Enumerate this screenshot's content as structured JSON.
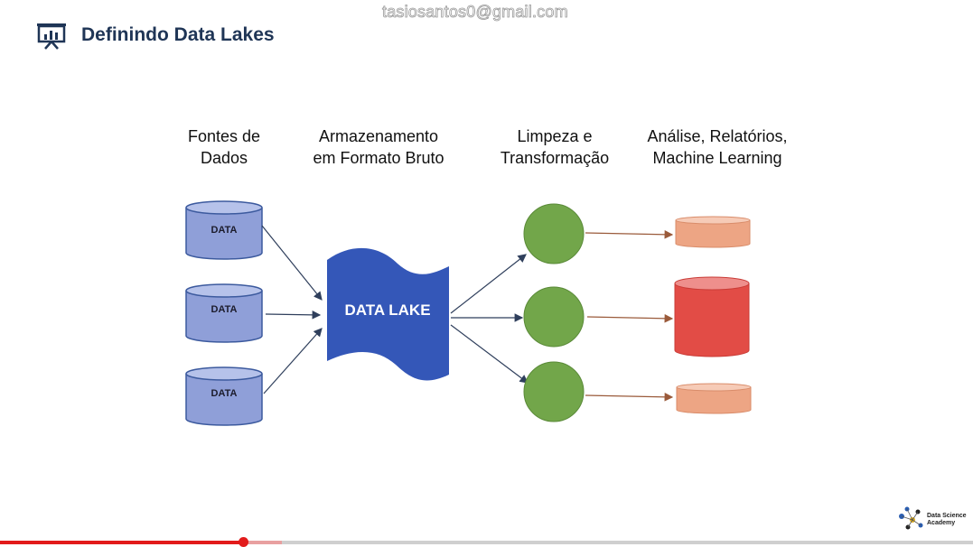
{
  "header": {
    "title": "Definindo Data Lakes",
    "icon": "presentation-chart-icon"
  },
  "watermark": "tasiosantos0@gmail.com",
  "columns": [
    "Fontes de\nDados",
    "Armazenamento\nem Formato Bruto",
    "Limpeza e\nTransformação",
    "Análise, Relatórios,\nMachine Learning"
  ],
  "sources": [
    {
      "label": "DATA"
    },
    {
      "label": "DATA"
    },
    {
      "label": "DATA"
    }
  ],
  "lake": {
    "label": "DATA LAKE"
  },
  "processors": 3,
  "outputs": 3,
  "colors": {
    "title": "#1f3556",
    "source_fill": "#8f9fd8",
    "source_stroke": "#3c5a9e",
    "lake": "#3457b8",
    "processor": "#72a64a",
    "output_small": "#eda584",
    "output_large": "#e24c46",
    "progress": "#e21b1b"
  },
  "logo": {
    "text": "Data Science\nAcademy"
  },
  "video": {
    "progress": 0.25,
    "buffered": 0.29
  }
}
